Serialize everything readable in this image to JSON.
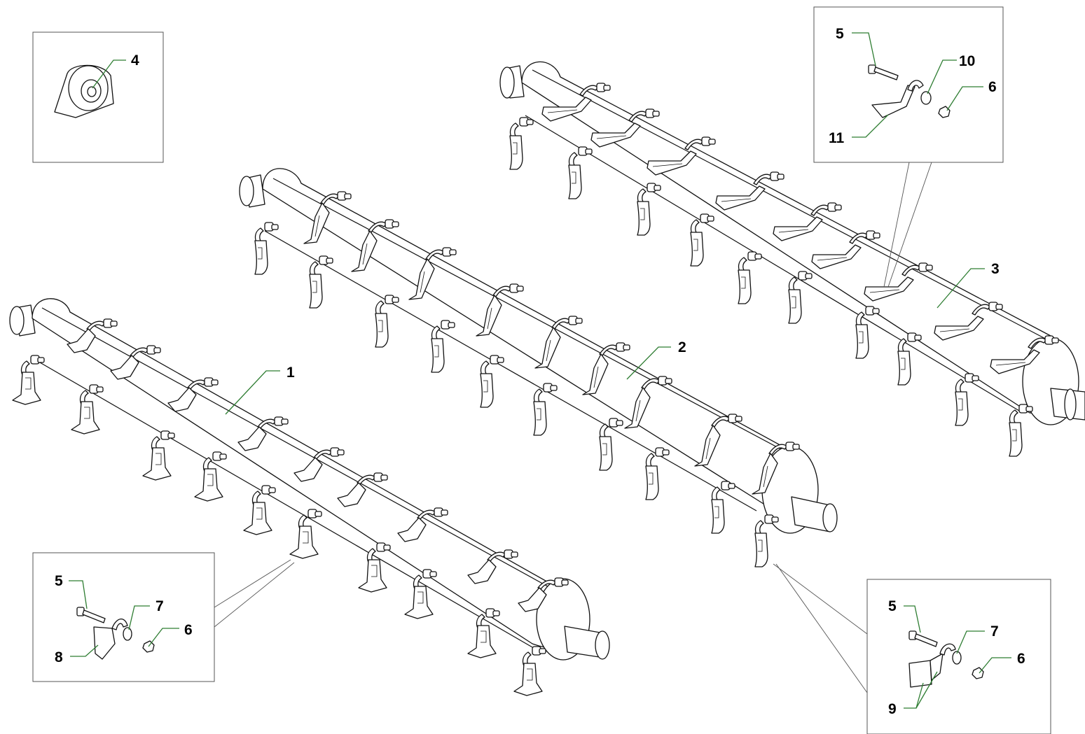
{
  "labels": {
    "rotor_1": "1",
    "rotor_2": "2",
    "rotor_3": "3",
    "detail_4": "4",
    "bolt_top": "5",
    "bolt_left": "5",
    "bolt_right": "5",
    "nut_top": "6",
    "nut_left": "6",
    "nut_right": "6",
    "shackle_left": "7",
    "shackle_right": "7",
    "blade_left": "8",
    "blade_right": "9",
    "shackle_top": "10",
    "blade_top": "11"
  },
  "colors": {
    "leader": "#2e7d32",
    "outline": "#111111",
    "frame": "#555555"
  }
}
